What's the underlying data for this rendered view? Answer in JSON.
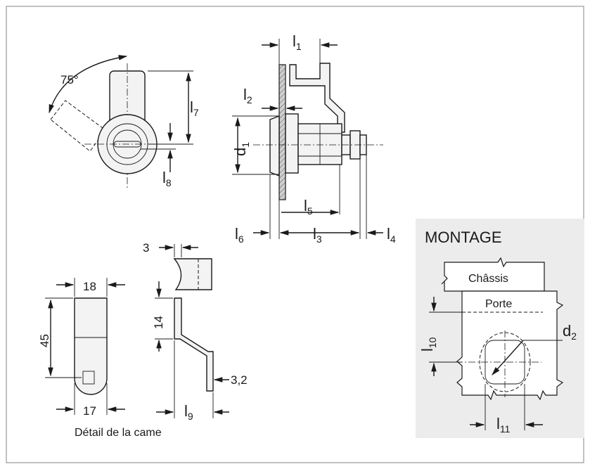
{
  "angle_label": "75°",
  "dims": {
    "l1": {
      "base": "l",
      "sub": "1"
    },
    "l2": {
      "base": "l",
      "sub": "2"
    },
    "l3": {
      "base": "l",
      "sub": "3"
    },
    "l4": {
      "base": "l",
      "sub": "4"
    },
    "l5": {
      "base": "l",
      "sub": "5"
    },
    "l6": {
      "base": "l",
      "sub": "6"
    },
    "l7": {
      "base": "l",
      "sub": "7"
    },
    "l8": {
      "base": "l",
      "sub": "8"
    },
    "l9": {
      "base": "l",
      "sub": "9"
    },
    "l10": {
      "base": "l",
      "sub": "10"
    },
    "l11": {
      "base": "l",
      "sub": "11"
    },
    "d1": {
      "base": "d",
      "sub": "1"
    },
    "d2": {
      "base": "d",
      "sub": "2"
    }
  },
  "cam_detail": {
    "width_top": "18",
    "height": "45",
    "width_bottom": "17",
    "thickness": "3",
    "bend": "14",
    "thickness_end": "3,2",
    "caption": "Détail de la came"
  },
  "montage": {
    "title": "MONTAGE",
    "chassis_label": "Châssis",
    "door_label": "Porte"
  }
}
